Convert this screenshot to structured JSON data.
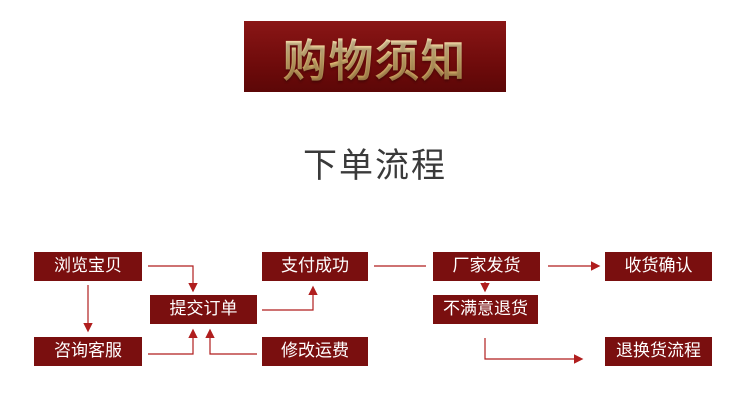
{
  "banner": {
    "title": "购物须知"
  },
  "subtitle": "下单流程",
  "steps": {
    "browse": "浏览宝贝",
    "submit": "提交订单",
    "pay": "支付成功",
    "ship": "厂家发货",
    "confirm": "收货确认",
    "consult": "咨询客服",
    "modify": "修改运费",
    "unsatisfied": "不满意退货",
    "return_flow": "退换货流程"
  },
  "colors": {
    "box": "#7a0f0f",
    "arrow": "#b01e1e",
    "title_text": "#e6c17a"
  }
}
